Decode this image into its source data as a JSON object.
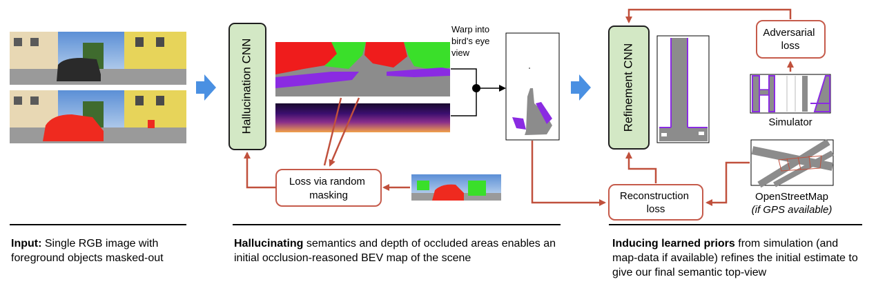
{
  "colors": {
    "cnn_fill": "#d3e8c5",
    "cnn_border": "#1e1e1e",
    "loss_border": "#c55a4a",
    "arrow_blue": "#4a90e2",
    "arrow_red": "#c0503c",
    "sem_red": "#ef1c1c",
    "sem_green": "#3adf2a",
    "sem_purple": "#8a2be2",
    "sem_gray": "#8c8c8c"
  },
  "pipeline": {
    "hallucination_cnn": "Hallucination CNN",
    "refinement_cnn": "Refinement CNN",
    "warp_label": [
      "Warp into",
      "bird’s eye",
      "view"
    ],
    "loss_random_masking": [
      "Loss via random",
      "masking"
    ],
    "reconstruction_loss": [
      "Reconstruction",
      "loss"
    ],
    "adversarial_loss": [
      "Adversarial",
      "loss"
    ],
    "simulator_label": "Simulator",
    "osm_label": "OpenStreetMap",
    "osm_sublabel": "(if GPS available)"
  },
  "captions": {
    "input_bold": "Input:",
    "input_rest": " Single RGB image with foreground objects masked-out",
    "halluc_bold": "Hallucinating",
    "halluc_rest": " semantics and depth of occluded areas enables an initial occlusion-reasoned BEV map of the scene",
    "priors_bold": "Inducing learned priors",
    "priors_rest": " from simulation (and map-data if available) refines the initial estimate to give our final semantic top-view"
  }
}
